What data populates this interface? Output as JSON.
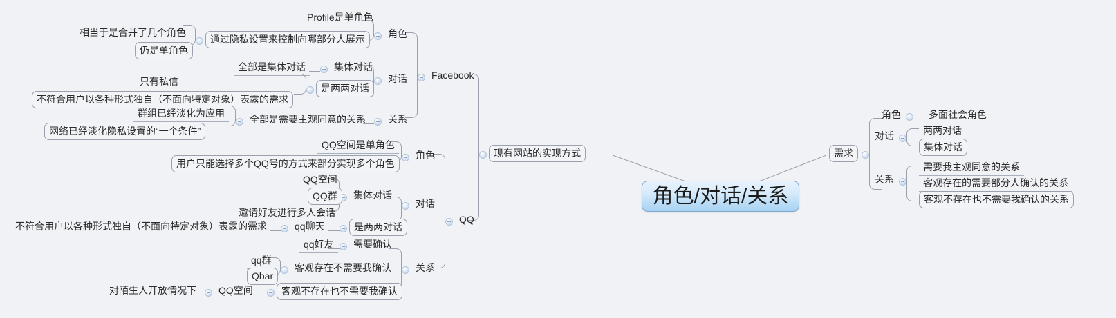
{
  "title": "角色/对话/关系",
  "root": {
    "label": "角色/对话/关系"
  },
  "colors": {
    "background": "#f0f2f6",
    "root_fill_top": "#e8f3fd",
    "root_fill_bottom": "#a9d2f2",
    "root_border": "#7fa8cf",
    "line": "#9aa0ad",
    "text": "#2b2b2b",
    "dot": "#b9cde6"
  },
  "icons": {
    "collapse": "collapse-minus-icon"
  },
  "left_branch": {
    "label": "现有网站的实现方式",
    "children": [
      {
        "label": "Facebook",
        "children": [
          {
            "label": "角色",
            "children": [
              {
                "label": "Profile是单角色"
              },
              {
                "label": "通过隐私设置来控制向哪部分人展示",
                "children": [
                  {
                    "label": "相当于是合并了几个角色"
                  },
                  {
                    "label": "仍是单角色"
                  }
                ]
              }
            ]
          },
          {
            "label": "对话",
            "children": [
              {
                "label": "集体对话",
                "children": [
                  {
                    "label": "全部是集体对话"
                  }
                ]
              },
              {
                "label": "是两两对话",
                "children": [
                  {
                    "label": "只有私信"
                  },
                  {
                    "label": "不符合用户以各种形式独自（不面向特定对象）表露的需求"
                  }
                ]
              }
            ]
          },
          {
            "label": "关系",
            "children": [
              {
                "label": "全部是需要主观同意的关系",
                "children": [
                  {
                    "label": "群组已经淡化为应用"
                  },
                  {
                    "label": "网络已经淡化隐私设置的“一个条件”"
                  }
                ]
              }
            ]
          }
        ]
      },
      {
        "label": "QQ",
        "children": [
          {
            "label": "角色",
            "children": [
              {
                "label": "QQ空间是单角色"
              },
              {
                "label": "用户只能选择多个QQ号的方式来部分实现多个角色"
              }
            ]
          },
          {
            "label": "对话",
            "children": [
              {
                "label": "集体对话",
                "children": [
                  {
                    "label": "QQ空间"
                  },
                  {
                    "label": "QQ群"
                  },
                  {
                    "label": "邀请好友进行多人会话"
                  }
                ]
              },
              {
                "label": "是两两对话",
                "children": [
                  {
                    "label": "qq聊天",
                    "children": [
                      {
                        "label": "不符合用户以各种形式独自（不面向特定对象）表露的需求"
                      }
                    ]
                  }
                ]
              }
            ]
          },
          {
            "label": "关系",
            "children": [
              {
                "label": "需要确认",
                "children": [
                  {
                    "label": "qq好友"
                  }
                ]
              },
              {
                "label": "客观存在不需要我确认",
                "children": [
                  {
                    "label": "qq群"
                  },
                  {
                    "label": "Qbar"
                  }
                ]
              },
              {
                "label": "客观不存在也不需要我确认",
                "children": [
                  {
                    "label": "QQ空间",
                    "children": [
                      {
                        "label": "对陌生人开放情况下"
                      }
                    ]
                  }
                ]
              }
            ]
          }
        ]
      }
    ]
  },
  "right_branch": {
    "label": "需求",
    "children": [
      {
        "label": "角色",
        "children": [
          {
            "label": "多面社会角色"
          }
        ]
      },
      {
        "label": "对话",
        "children": [
          {
            "label": "两两对话"
          },
          {
            "label": "集体对话"
          }
        ]
      },
      {
        "label": "关系",
        "children": [
          {
            "label": "需要我主观同意的关系"
          },
          {
            "label": "客观存在的需要部分人确认的关系"
          },
          {
            "label": "客观不存在也不需要我确认的关系"
          }
        ]
      }
    ]
  }
}
